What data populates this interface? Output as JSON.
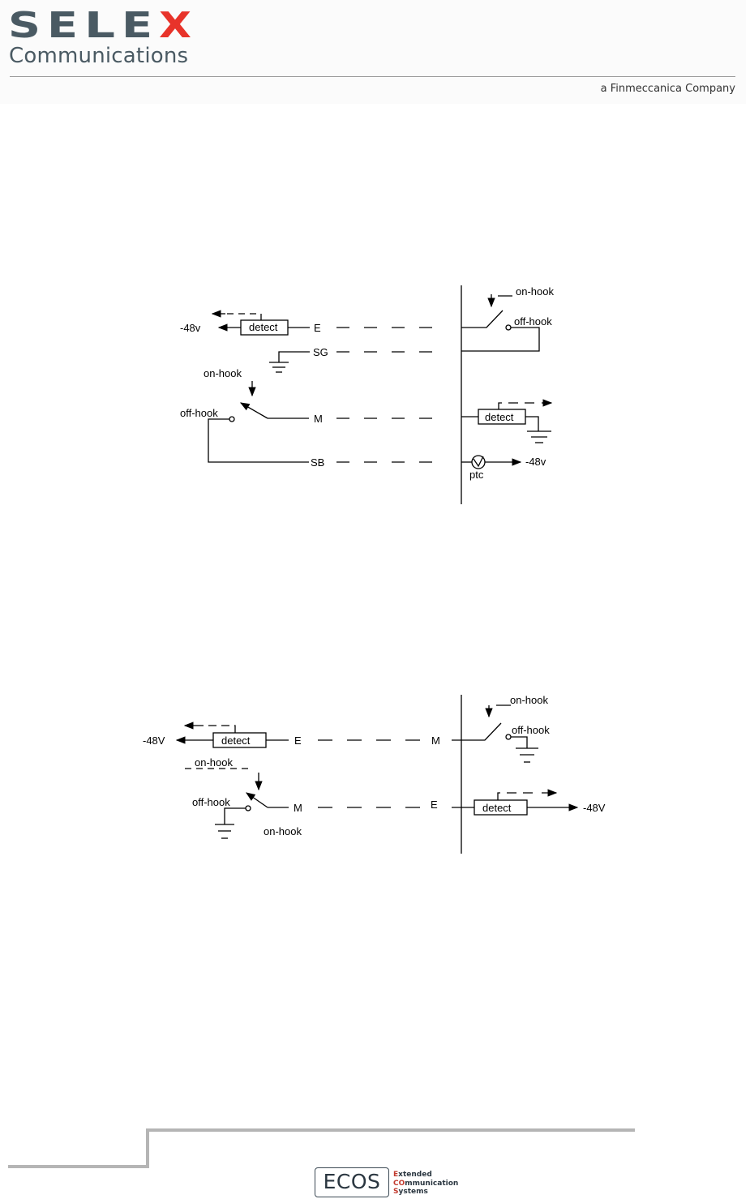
{
  "header": {
    "logo_letters": [
      "S",
      "E",
      "L",
      "E",
      "X"
    ],
    "logo_subtitle": "Communications",
    "company": "a Finmeccanica Company",
    "colors": {
      "gray": "#4a5a63",
      "red": "#e8332a"
    }
  },
  "diagram1": {
    "left_power": "-48v",
    "left_detect": "detect",
    "right_power": "-48v",
    "right_detect": "detect",
    "ptc": "ptc",
    "leads": {
      "e": "E",
      "sg": "SG",
      "m": "M",
      "sb": "SB"
    },
    "switch_left": {
      "on": "on-hook",
      "off": "off-hook"
    },
    "switch_right": {
      "on": "on-hook",
      "off": "off-hook"
    }
  },
  "diagram2": {
    "left_power": "-48V",
    "left_detect": "detect",
    "right_power": "-48V",
    "right_detect": "detect",
    "leads": {
      "left_e": "E",
      "left_m": "M",
      "right_m": "M",
      "right_e": "E"
    },
    "switch_left": {
      "on_top": "on-hook",
      "off": "off-hook",
      "on_bottom": "on-hook"
    },
    "switch_right": {
      "on": "on-hook",
      "off": "off-hook"
    }
  },
  "footer": {
    "logo": "ECOS",
    "line1_first": "E",
    "line1_rest": "xtended",
    "line2_first": "CO",
    "line2_rest": "mmunication",
    "line3_first": "S",
    "line3_rest": "ystems"
  }
}
